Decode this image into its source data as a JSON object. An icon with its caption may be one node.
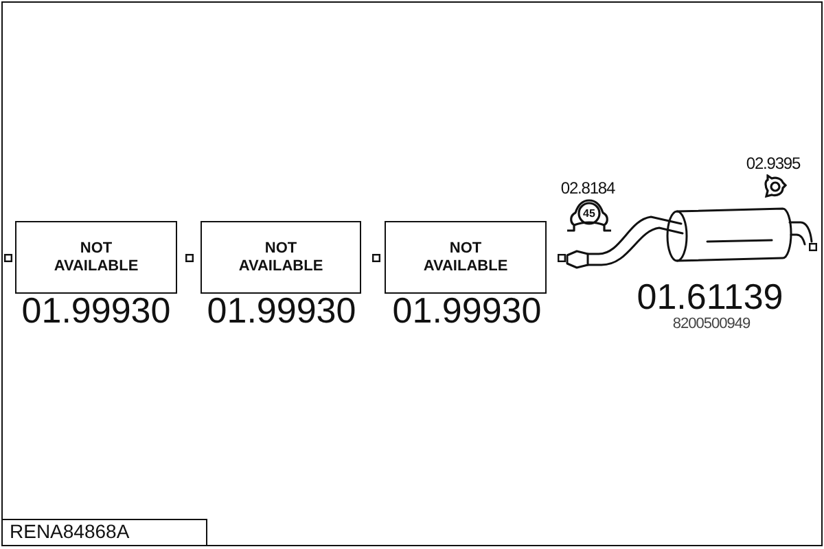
{
  "diagram": {
    "nodes": [
      {
        "text": [
          "NOT AVAILABLE"
        ],
        "beside": [
          "01.99930"
        ]
      },
      {
        "text": [
          "NOT AVAILABLE"
        ],
        "beside": [
          "01.99930"
        ]
      },
      {
        "text": [
          "NOT AVAILABLE"
        ],
        "beside": [
          "01.99930"
        ]
      },
      {
        "text": [
          "45"
        ],
        "beside": [
          "02.8184"
        ]
      },
      {
        "text": [
          "RENA84868A"
        ]
      }
    ],
    "labels": [
      "02.9395",
      "01.61139",
      "8200500949"
    ]
  }
}
